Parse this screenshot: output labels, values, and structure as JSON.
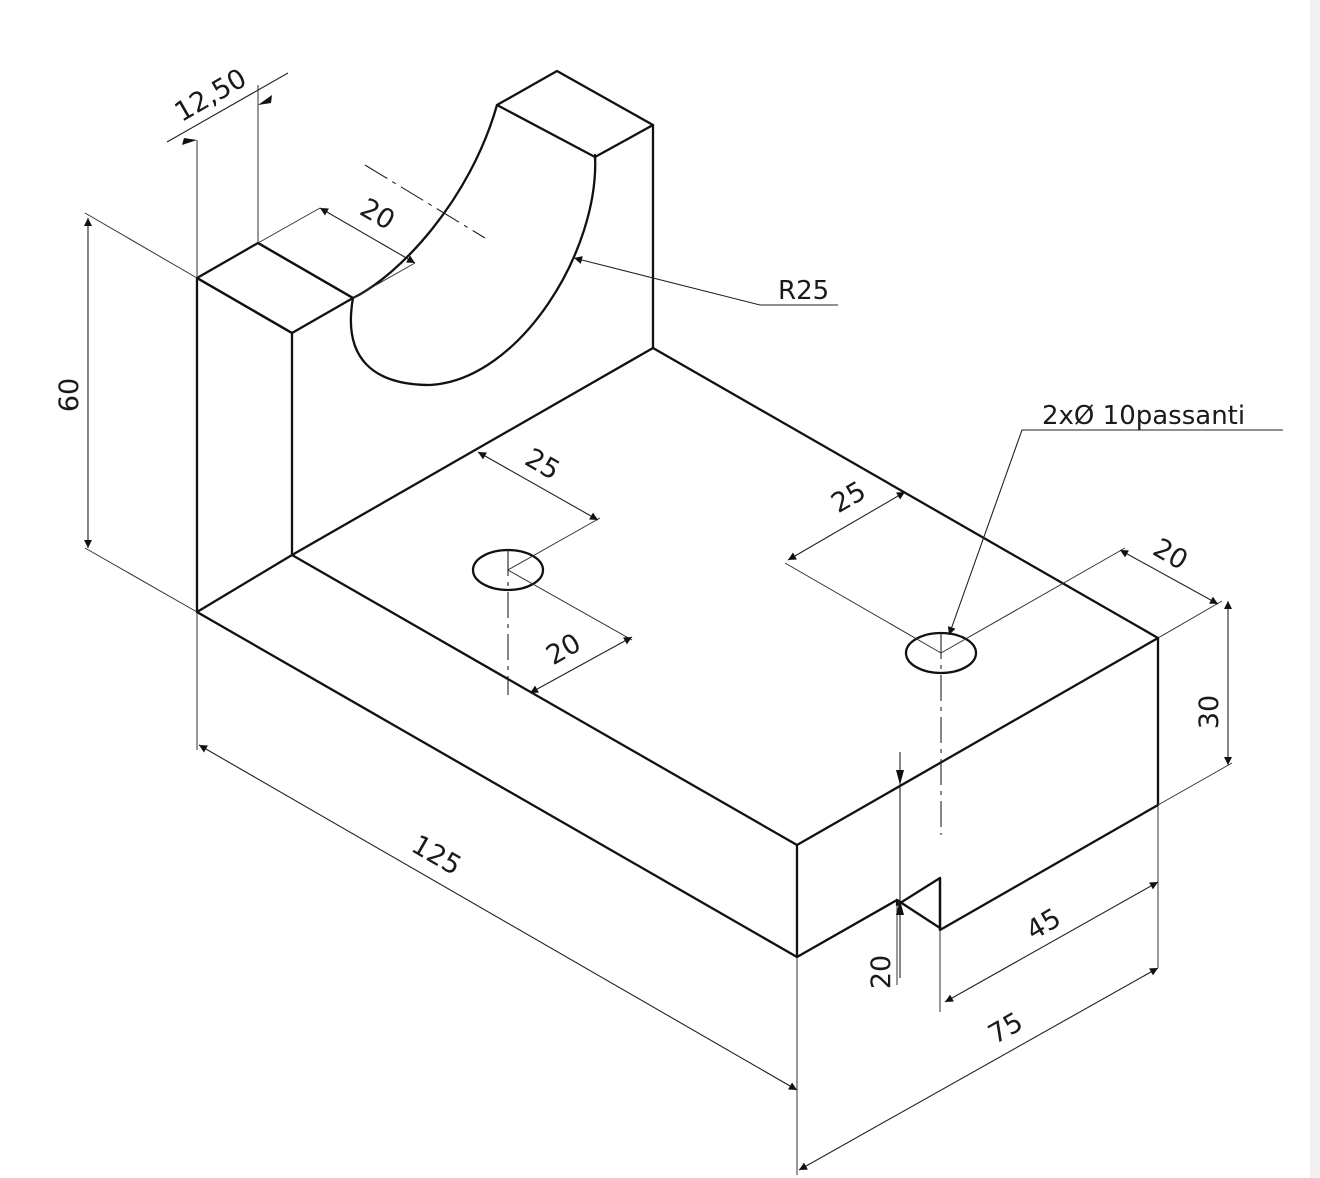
{
  "drawing": {
    "dimensions": {
      "height_total": "60",
      "upright_thickness": "12,50",
      "upright_gap": "20",
      "hole_offset_left_1": "25",
      "hole_offset_left_2": "20",
      "hole_offset_right": "25",
      "right_edge_offset": "20",
      "base_height": "30",
      "length": "125",
      "slot_depth": "20",
      "slot_width_right": "45",
      "width": "75"
    },
    "notes": {
      "radius": "R25",
      "holes": "2xØ 10passanti"
    }
  }
}
